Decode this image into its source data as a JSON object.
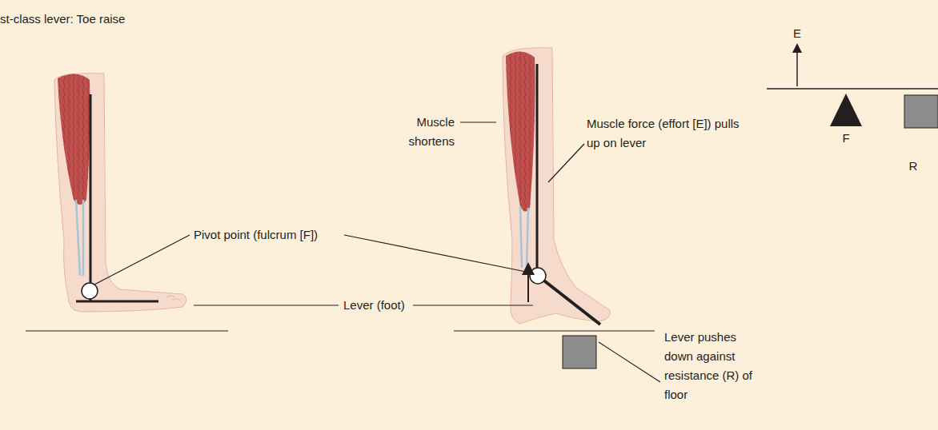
{
  "diagram": {
    "title": "st-class lever: Toe raise",
    "labels": [
      "Muscle shortens",
      "Muscle force (effort [E]) pulls up on lever",
      "Pivot point (fulcrum [F])",
      "Lever (foot)",
      "Lever pushes down against resistance (R) of floor",
      "E",
      "F",
      "R"
    ]
  }
}
